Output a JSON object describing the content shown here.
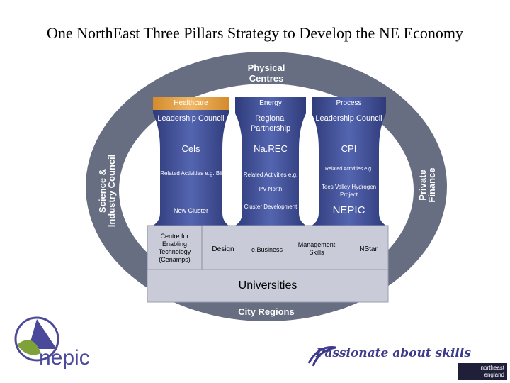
{
  "title": "One NorthEast Three Pillars Strategy to Develop the NE Economy",
  "ring": {
    "top": "Physical Centres",
    "left": "Science & Industry Council",
    "right": "Private Finance",
    "bottom": "City Regions"
  },
  "pillars": [
    {
      "sector": "Healthcare",
      "governance": "Leadership Council",
      "centre": "Cels",
      "related": "Related Activities e.g. Bii",
      "cluster": "New Cluster"
    },
    {
      "sector": "Energy",
      "governance": "Regional Partnership",
      "centre": "Na.REC",
      "related": "Related Activities e.g.",
      "example": "PV North",
      "cluster": "Cluster Development"
    },
    {
      "sector": "Process",
      "governance": "Leadership Council",
      "centre": "CPI",
      "related": "Related Activities e.g.",
      "example": "Tees Valley Hydrogen Project",
      "cluster": "NEPIC"
    }
  ],
  "base_row": [
    "Centre for Enabling Technology (Cenamps)",
    "Design",
    "e.Business",
    "Management Skills",
    "NStar"
  ],
  "universities": "Universities",
  "logos": {
    "nepic": "nepic",
    "passionate": "Passionate about skills",
    "northeast": "northeast england"
  },
  "colors": {
    "ring": "#686e82",
    "pillar_dark": "#3d4a8a",
    "pillar_light": "#5c6bb0",
    "healthcare": "#e3a24a",
    "box": "#c9ccd8",
    "nepic_logo": "#4b4a9a",
    "nepic_leaf": "#7ea13a"
  }
}
